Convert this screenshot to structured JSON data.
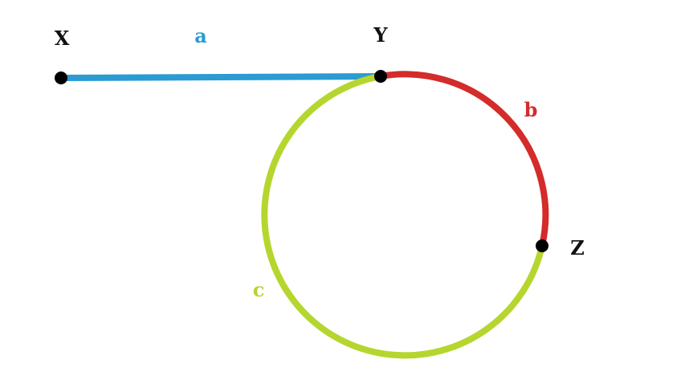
{
  "nodes": {
    "x": {
      "label": "X"
    },
    "y": {
      "label": "Y"
    },
    "z": {
      "label": "Z"
    }
  },
  "edges": {
    "a": {
      "label": "a",
      "color": "#2b9bd3"
    },
    "b": {
      "label": "b",
      "color": "#d42b2b"
    },
    "c": {
      "label": "c",
      "color": "#b5d62e"
    }
  },
  "colors": {
    "node": "#000000",
    "background": "#ffffff"
  }
}
